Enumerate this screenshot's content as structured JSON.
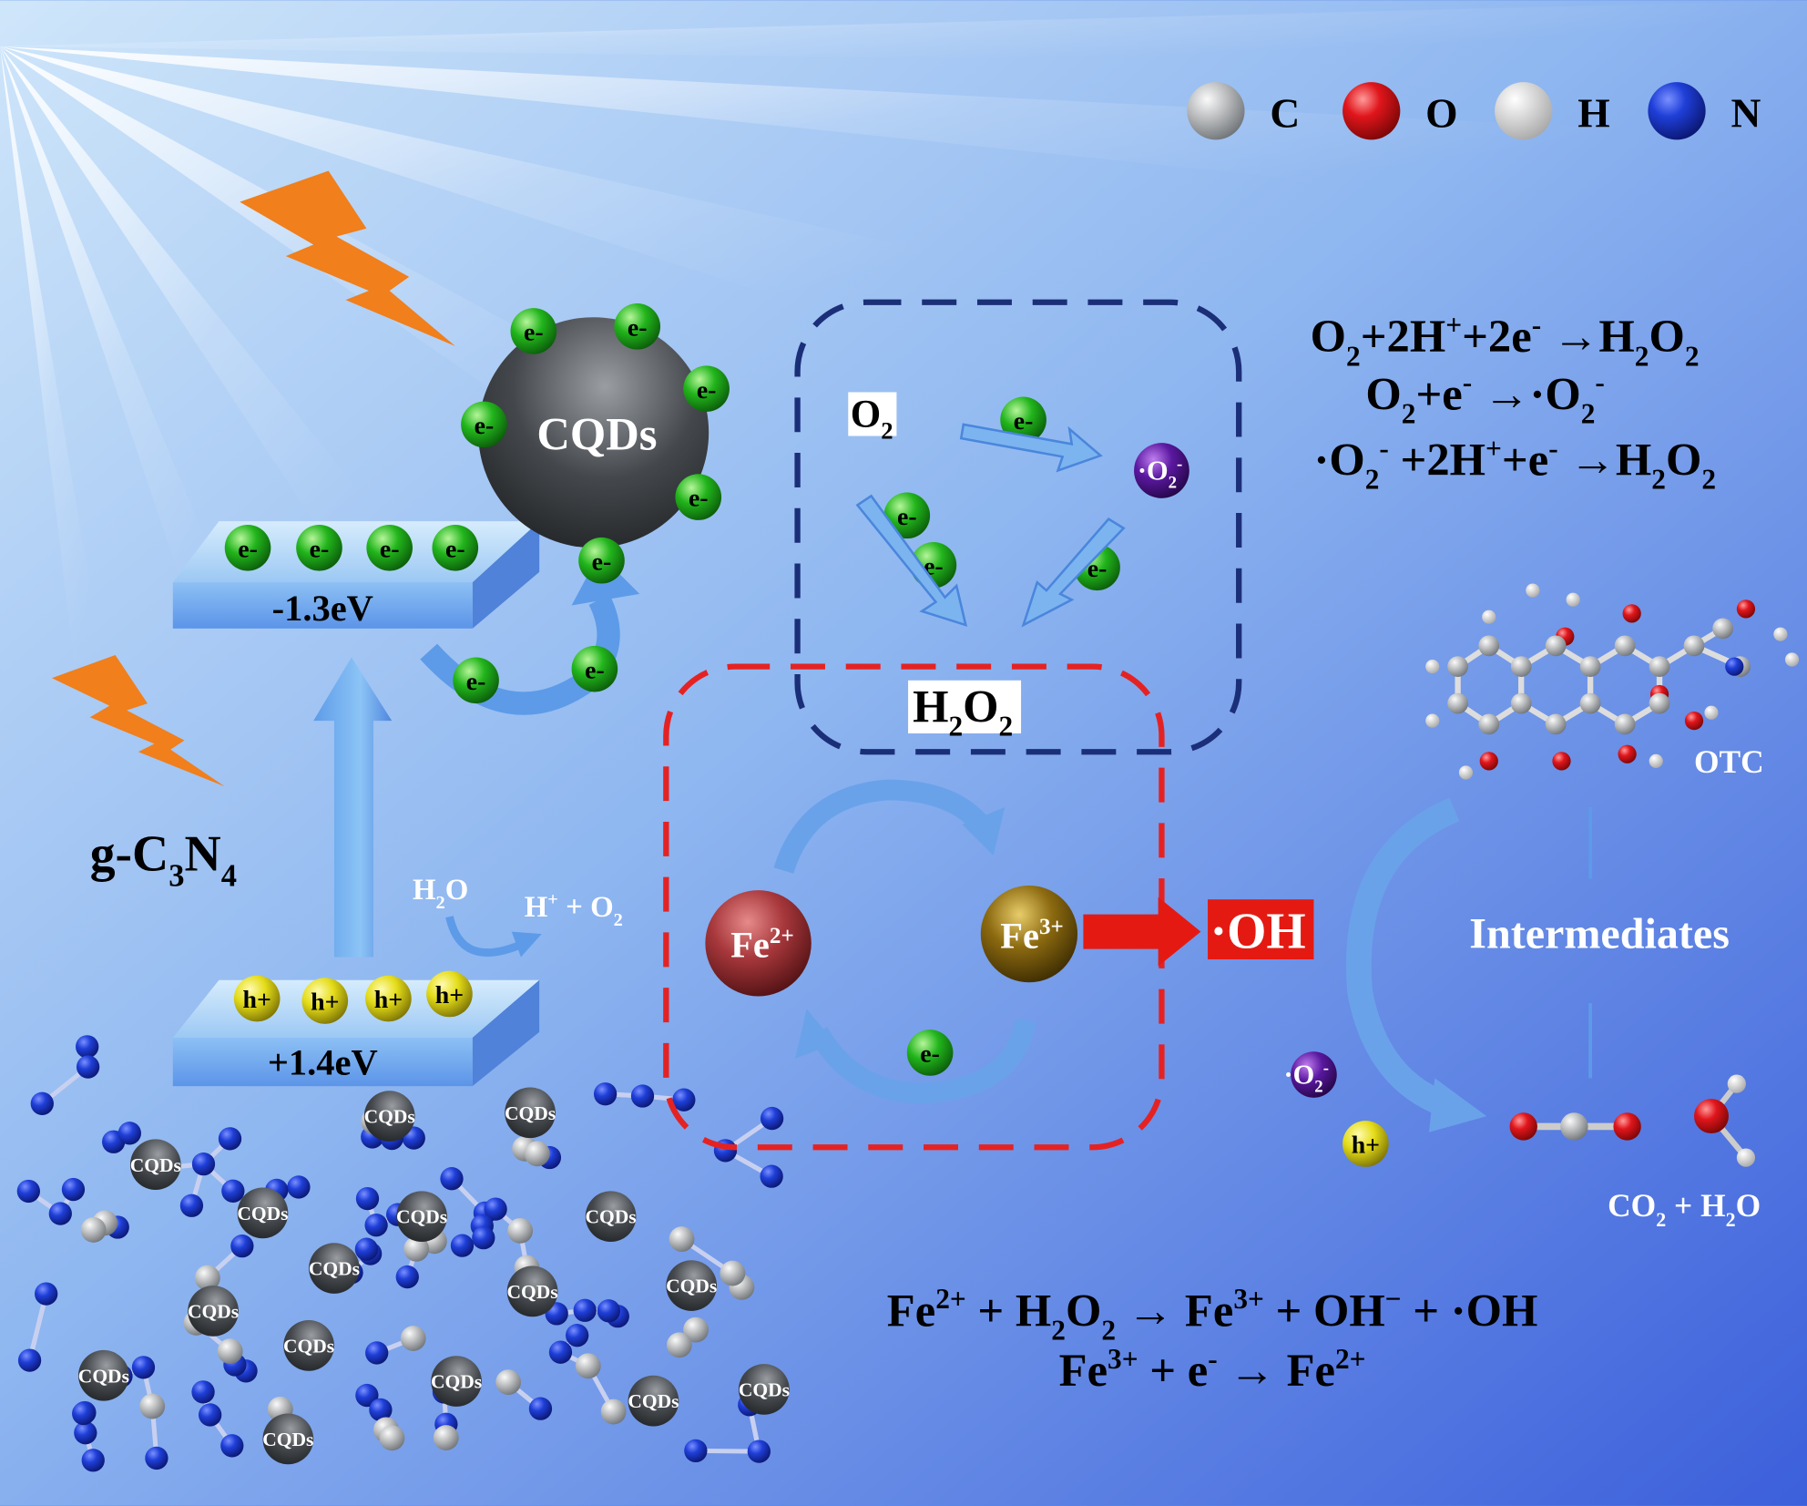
{
  "legend": [
    {
      "label": "C",
      "color": "#b8bcbf"
    },
    {
      "label": "O",
      "color": "#e0161c"
    },
    {
      "label": "H",
      "color": "#f2f2f2"
    },
    {
      "label": "N",
      "color": "#1f3fd8"
    }
  ],
  "labels": {
    "cqds": "CQDs",
    "electron": "e-",
    "hole": "h+",
    "cb_energy": "-1.3eV",
    "vb_energy": "+1.4eV",
    "otc": "OTC",
    "intermediates": "Intermediates",
    "network_cqds": "CQDs"
  },
  "rich": {
    "gc3n4": [
      [
        "g-C",
        ""
      ],
      [
        "3",
        "sub"
      ],
      [
        "N",
        ""
      ],
      [
        "4",
        "sub"
      ]
    ],
    "h2o": [
      [
        "H",
        ""
      ],
      [
        "2",
        "sub"
      ],
      [
        "O",
        ""
      ]
    ],
    "h_o2": [
      [
        "H",
        ""
      ],
      [
        "+",
        "sup"
      ],
      [
        " + O",
        ""
      ],
      [
        "2",
        "sub"
      ]
    ],
    "o2": [
      [
        "O",
        ""
      ],
      [
        "2",
        "sub"
      ]
    ],
    "superoxide": [
      [
        "·O",
        ""
      ],
      [
        "2",
        "sub"
      ],
      [
        "-",
        "sup"
      ]
    ],
    "h2o2": [
      [
        "H",
        ""
      ],
      [
        "2",
        "sub"
      ],
      [
        "O",
        ""
      ],
      [
        "2",
        "sub"
      ]
    ],
    "fe2": [
      [
        "Fe",
        ""
      ],
      [
        "2+",
        "sup"
      ]
    ],
    "fe3": [
      [
        "Fe",
        ""
      ],
      [
        "3+",
        "sup"
      ]
    ],
    "oh_radical": [
      [
        "·OH",
        ""
      ]
    ],
    "co2_h2o": [
      [
        "CO",
        ""
      ],
      [
        "2",
        "sub"
      ],
      [
        " + H",
        ""
      ],
      [
        "2",
        "sub"
      ],
      [
        "O",
        ""
      ]
    ],
    "eq1": [
      [
        "O",
        ""
      ],
      [
        "2",
        "sub"
      ],
      [
        "+2H",
        ""
      ],
      [
        "+",
        "sup"
      ],
      [
        "+2e",
        ""
      ],
      [
        "-",
        "sup"
      ],
      [
        " →H",
        ""
      ],
      [
        "2",
        "sub"
      ],
      [
        "O",
        ""
      ],
      [
        "2",
        "sub"
      ]
    ],
    "eq2": [
      [
        "O",
        ""
      ],
      [
        "2",
        "sub"
      ],
      [
        "+e",
        ""
      ],
      [
        "-",
        "sup"
      ],
      [
        " →·O",
        ""
      ],
      [
        "2",
        "sub"
      ],
      [
        "-",
        "sup"
      ]
    ],
    "eq3": [
      [
        "·O",
        ""
      ],
      [
        "2",
        "sub"
      ],
      [
        "-",
        "sup"
      ],
      [
        " +2H",
        ""
      ],
      [
        "+",
        "sup"
      ],
      [
        "+e",
        ""
      ],
      [
        "-",
        "sup"
      ],
      [
        " →H",
        ""
      ],
      [
        "2",
        "sub"
      ],
      [
        "O",
        ""
      ],
      [
        "2",
        "sub"
      ]
    ],
    "eq4": [
      [
        "Fe",
        ""
      ],
      [
        "2+",
        "sup"
      ],
      [
        " + H",
        ""
      ],
      [
        "2",
        "sub"
      ],
      [
        "O",
        ""
      ],
      [
        "2",
        "sub"
      ],
      [
        " → Fe",
        ""
      ],
      [
        "3+",
        "sup"
      ],
      [
        " + OH",
        ""
      ],
      [
        "−",
        "sup"
      ],
      [
        " + ·OH",
        ""
      ]
    ],
    "eq5": [
      [
        "Fe",
        ""
      ],
      [
        "3+",
        "sup"
      ],
      [
        " + e",
        ""
      ],
      [
        "-",
        "sup"
      ],
      [
        " → Fe",
        ""
      ],
      [
        "2+",
        "sup"
      ]
    ]
  },
  "colors": {
    "bg_top": "#c4e0f8",
    "bg_bottom": "#3e62dc",
    "lightning": "#f07f1c",
    "electron": "#22b51c",
    "hole": "#e4dc18",
    "navy_dash": "#1b2f78",
    "red_dash": "#e52222",
    "oh_box": "#e41a12"
  }
}
